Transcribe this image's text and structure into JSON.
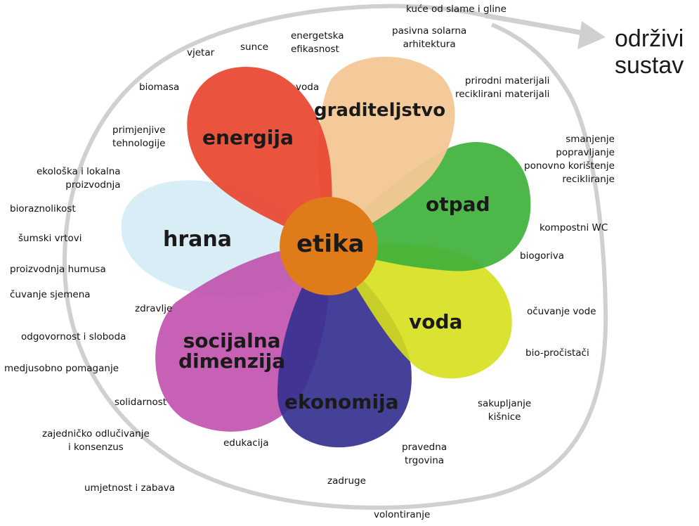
{
  "center": {
    "label": "etika",
    "color": "#e07b1a"
  },
  "goal": {
    "label": "održivi\nsustav"
  },
  "petals": [
    {
      "key": "energija",
      "label": "energija",
      "color": "#e8452f"
    },
    {
      "key": "graditeljstvo",
      "label": "graditeljstvo",
      "color": "#f4c796"
    },
    {
      "key": "otpad",
      "label": "otpad",
      "color": "#3fb13a"
    },
    {
      "key": "voda",
      "label": "voda",
      "color": "#d6df1c"
    },
    {
      "key": "ekonomija",
      "label": "ekonomija",
      "color": "#35318f"
    },
    {
      "key": "socijalna",
      "label": "socijalna\ndimenzija",
      "color": "#c050ad"
    },
    {
      "key": "hrana",
      "label": "hrana",
      "color": "#d6ecf5"
    }
  ],
  "items": {
    "kuce": "kuće od slame i gline",
    "pasivna": "pasivna solarna\narhitektura",
    "energetska": "energetska\nefikasnost",
    "sunce": "sunce",
    "vjetar": "vjetar",
    "biomasa": "biomasa",
    "voda_energija": "voda",
    "primjenjive": "primjenjive\ntehnologije",
    "prirodni": "prirodni materijali\nreciklirani materijali",
    "smanjenje": "smanjenje\npopravljanje\nponovno korištenje\nrecikliranje",
    "kompostni": "kompostni WC",
    "biogoriva": "biogoriva",
    "ocuvanje": "očuvanje vode",
    "bioprocistaci": "bio-pročistači",
    "sakupljanje": "sakupljanje\nkišnice",
    "pravedna": "pravedna\ntrgovina",
    "zadruge": "zadruge",
    "volontiranje": "volontiranje",
    "edukacija": "edukacija",
    "umjetnost": "umjetnost i zabava",
    "zajednicko": "zajedničko odlučivanje\ni konsenzus",
    "solidarnost": "solidarnost",
    "medjusobno": "medjusobno pomaganje",
    "odgovornost": "odgovornost i sloboda",
    "zdravlje": "zdravlje",
    "cuvanje": "čuvanje sjemena",
    "humus": "proizvodnja humusa",
    "sumski": "šumski vrtovi",
    "bioraznolikost": "bioraznolikost",
    "ekoloska": "ekološka i lokalna\nproizvodnja"
  }
}
